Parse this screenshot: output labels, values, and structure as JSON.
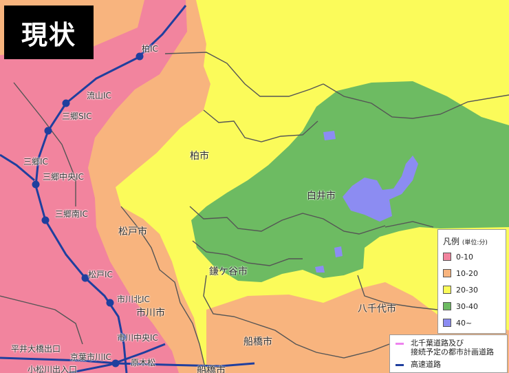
{
  "title": "現状",
  "colors": {
    "band_0_10": "#f2849e",
    "band_10_20": "#f8b47e",
    "band_20_30": "#fbfb5a",
    "band_30_40": "#6dbb62",
    "band_40_plus": "#8c8cf2",
    "expressway": "#1f3f9e",
    "planned_road": "#ee82ee",
    "boundary": "#555555"
  },
  "places": {
    "kashiwa": "柏市",
    "shiroi": "白井市",
    "matsudo": "松戸市",
    "kamagaya": "鎌ケ谷市",
    "ichikawa": "市川市",
    "yachiyo": "八千代市",
    "funabashi": "船橋市",
    "funabashi2": "船橋市"
  },
  "interchanges": {
    "kashiwa_ic": "柏IC",
    "nagareyama_ic": "流山IC",
    "misato_sic": "三郷SIC",
    "misato_ic": "三郷IC",
    "misato_chuo_ic": "三郷中央IC",
    "misato_minami_ic": "三郷南IC",
    "matsudo_ic": "松戸IC",
    "ichikawa_kita_ic": "市川北IC",
    "ichikawa_chuo_ic": "市川中央IC",
    "hirai_ohashi": "平井大橋出口",
    "keiyo_ichikawa_ic": "京葉市川IC",
    "koiwa_ic": "小松川出入口",
    "harakimatsu": "原木松"
  },
  "legend": {
    "title": "凡例",
    "unit": "(単位:分)",
    "items": [
      "0-10",
      "10-20",
      "20-30",
      "30-40",
      "40~"
    ]
  },
  "road_legend": {
    "planned_road": "北千葉道路及び接続予定の都市計画道路",
    "planned_road_line1": "北千葉道路及び",
    "planned_road_line2": "接続予定の都市計画道路",
    "expressway": "高速道路"
  }
}
